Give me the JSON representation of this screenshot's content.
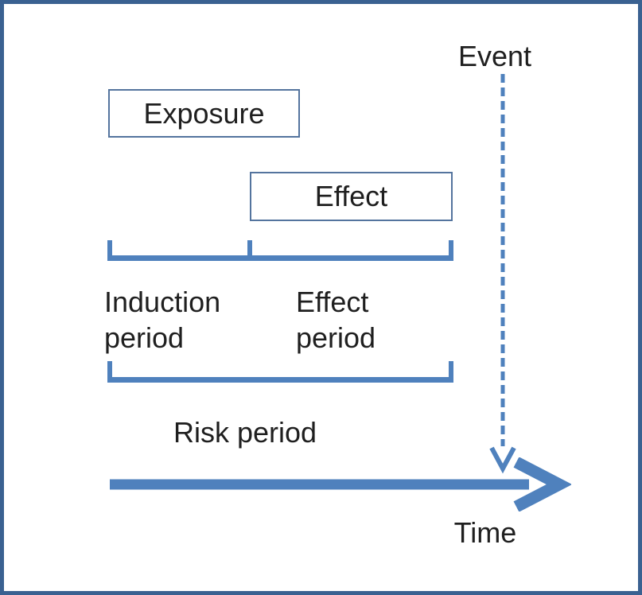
{
  "labels": {
    "event": "Event",
    "exposure": "Exposure",
    "effect": "Effect",
    "induction_period": "Induction period",
    "effect_period": "Effect period",
    "risk_period": "Risk period",
    "time": "Time"
  },
  "icons": {
    "event_arrow": "dashed-down-arrow-icon",
    "time_arrow": "right-arrow-icon"
  },
  "colors": {
    "accent": "#4f81bd",
    "frame-border": "#3a6191",
    "box-border": "#54749e",
    "text": "#1f1f1f",
    "background": "#ffffff"
  }
}
